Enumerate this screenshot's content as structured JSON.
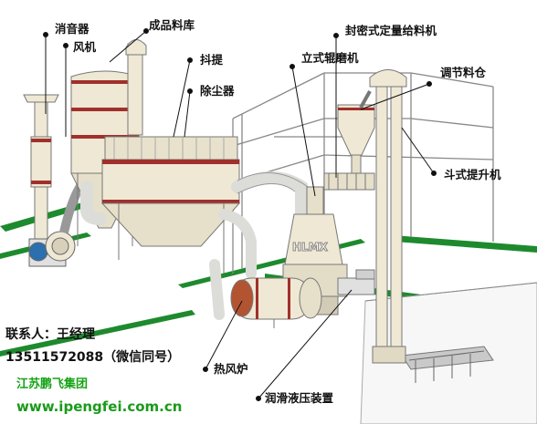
{
  "labels": {
    "muffler": "消音器",
    "product_silo": "成品料库",
    "fan": "风机",
    "shaker": "抖提",
    "dust_collector": "除尘器",
    "feeder": "封密式定量给料机",
    "vertical_mill": "立式辊磨机",
    "buffer_bin": "调节料仓",
    "bucket_elevator": "斗式提升机",
    "hot_air_furnace": "热风炉",
    "hydraulic_unit": "润滑液压装置"
  },
  "contact": {
    "person": "联系人：王经理",
    "phone": "13511572088（微信同号）",
    "company": "江苏鹏飞集团",
    "website": "www.ipengfei.com.cn"
  },
  "colors": {
    "floor_green": "#1e8a2e",
    "equipment": "#efe8d4",
    "band_red": "#a0302c",
    "frame": "#777777"
  }
}
